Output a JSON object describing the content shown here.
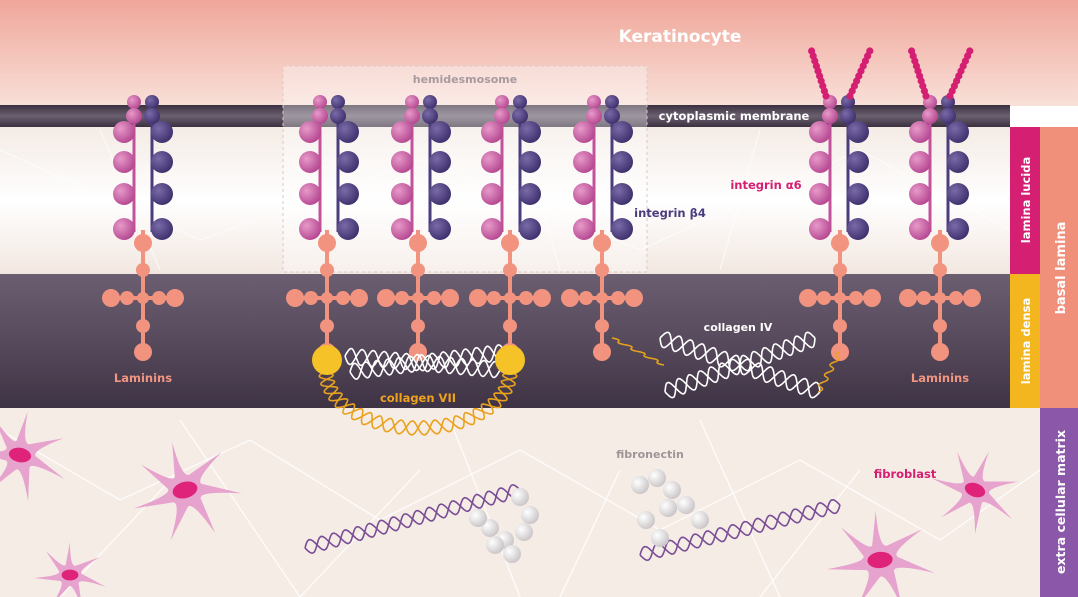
{
  "labels": {
    "keratinocyte": "Keratinocyte",
    "hemidesmosome": "hemidesmosome",
    "cytoplasmic_membrane": "cytoplasmic membrane",
    "integrin_a6": "integrin α6",
    "integrin_b4": "integrin β4",
    "collagen_iv": "collagen IV",
    "collagen_vii": "collagen VII",
    "laminins_left": "Laminins",
    "laminins_right": "Laminins",
    "fibronectin": "fibronectin",
    "fibroblast": "fibroblast",
    "lamina_lucida": "lamina lucida",
    "lamina_densa": "lamina densa",
    "basal_lamina": "basal lamina",
    "extra_cellular_matrix": "extra cellular matrix"
  },
  "colors": {
    "integrin_a6": "#c4519b",
    "integrin_b4": "#4b3c7e",
    "laminin": "#f2937f",
    "membrane": "#4a3f4f",
    "lamina_densa_band": "#5a4d5e",
    "collagen_vii": "#e9a21d",
    "collagen_vii_node": "#f5c228",
    "fibronectin": "#7a4e96",
    "fibroblast": "#e6a3cd",
    "fibroblast_nucleus": "#e0237a",
    "lamina_lucida_bar": "#d41f73",
    "lamina_densa_bar": "#f4b61f",
    "basal_lamina_bar": "#f0907a",
    "ecm_bar": "#8b57a8",
    "integrin_a6_text": "#d41f73",
    "integrin_b4_text": "#4b3c7e",
    "collagen_vii_text": "#f0a21c",
    "laminins_text": "#f29580",
    "fibroblast_text": "#d41f73"
  }
}
